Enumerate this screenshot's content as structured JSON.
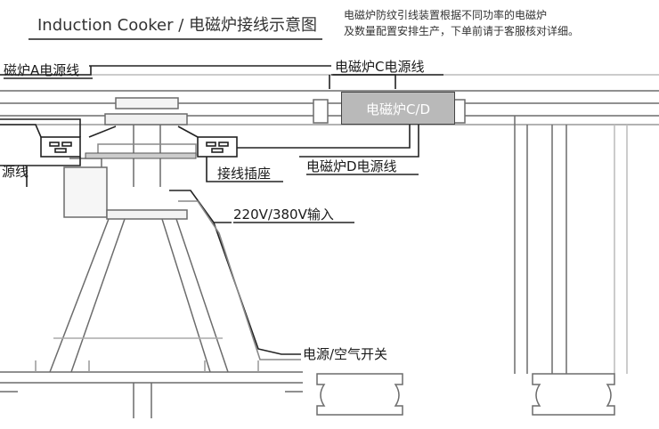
{
  "header": {
    "title": "Induction Cooker / 电磁炉接线示意图",
    "note_lines": [
      "电磁炉防纹引线装置根据不同功率的电磁炉",
      "及数量配置安排生产，下单前请于客服核对详细。"
    ]
  },
  "labels": {
    "cooker_a_power": "磁炉A电源线",
    "cooker_c_power": "电磁炉C电源线",
    "cooker_cd_box": "电磁炉C/D",
    "left_cut_line": "源线",
    "socket": "接线插座",
    "cooker_d_power": "电磁炉D电源线",
    "input_voltage": "220V/380V输入",
    "power_air_switch": "电源/空气开关"
  }
}
